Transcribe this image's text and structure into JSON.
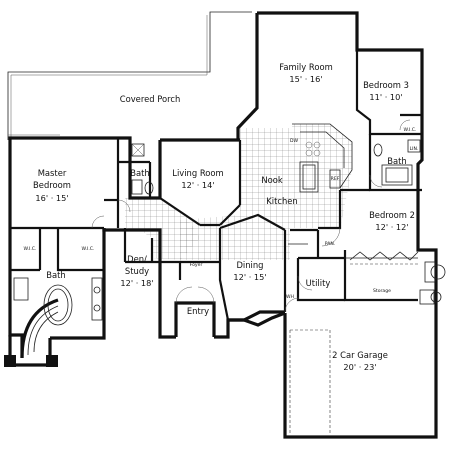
{
  "rooms": {
    "covered_porch": {
      "name": "Covered Porch"
    },
    "family_room": {
      "name": "Family Room",
      "dim": "15' · 16'"
    },
    "bedroom3": {
      "name": "Bedroom 3",
      "dim": "11' · 10'"
    },
    "master": {
      "name1": "Master",
      "name2": "Bedroom",
      "dim": "16' · 15'"
    },
    "living": {
      "name": "Living Room",
      "dim": "12' · 14'"
    },
    "nook": {
      "name": "Nook"
    },
    "kitchen": {
      "name": "Kitchen"
    },
    "bedroom2": {
      "name": "Bedroom 2",
      "dim": "12' · 12'"
    },
    "bath_master_wing": {
      "name": "Bath"
    },
    "bath_master": {
      "name": "Bath"
    },
    "bath_bed3": {
      "name": "Bath"
    },
    "den": {
      "name1": "Den/",
      "name2": "Study",
      "dim": "12' · 18'"
    },
    "dining": {
      "name": "Dining",
      "dim": "12' · 15'"
    },
    "utility": {
      "name": "Utility"
    },
    "entry": {
      "name": "Entry"
    },
    "garage": {
      "name": "2 Car Garage",
      "dim": "20' · 23'"
    }
  },
  "labels": {
    "wic1": "W.I.C.",
    "wic2": "W.I.C.",
    "wic3": "W.I.C.",
    "lin": "LIN.",
    "pan": "PAN.",
    "foyer": "Foyer",
    "storage": "Storage",
    "dw": "DW",
    "ref": "REF",
    "wh": "WH"
  }
}
